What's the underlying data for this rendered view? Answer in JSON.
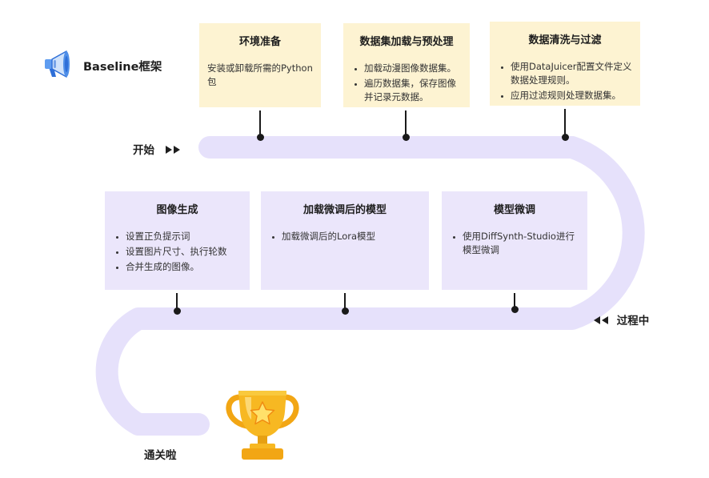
{
  "brand": {
    "title": "Baseline框架",
    "icon": "megaphone-icon"
  },
  "labels": {
    "start": "开始",
    "middle": "过程中",
    "end": "通关啦"
  },
  "colors": {
    "track": "#e6e1fb",
    "yellow_card": "#fdf3d2",
    "purple_card": "#ebe6fb",
    "trophy": "#f7b822"
  },
  "steps": [
    {
      "title": "环境准备",
      "description": "安装或卸载所需的Python包"
    },
    {
      "title": "数据集加载与预处理",
      "bullets": [
        "加载动漫图像数据集。",
        "遍历数据集，保存图像并记录元数据。"
      ]
    },
    {
      "title": "数据清洗与过滤",
      "bullets": [
        "使用DataJuicer配置文件定义数据处理规则。",
        "应用过滤规则处理数据集。"
      ]
    },
    {
      "title": "模型微调",
      "bullets": [
        "使用DiffSynth-Studio进行模型微调"
      ]
    },
    {
      "title": "加载微调后的模型",
      "bullets": [
        "加载微调后的Lora模型"
      ]
    },
    {
      "title": "图像生成",
      "bullets": [
        "设置正负提示词",
        "设置图片尺寸、执行轮数",
        "合并生成的图像。"
      ]
    }
  ]
}
